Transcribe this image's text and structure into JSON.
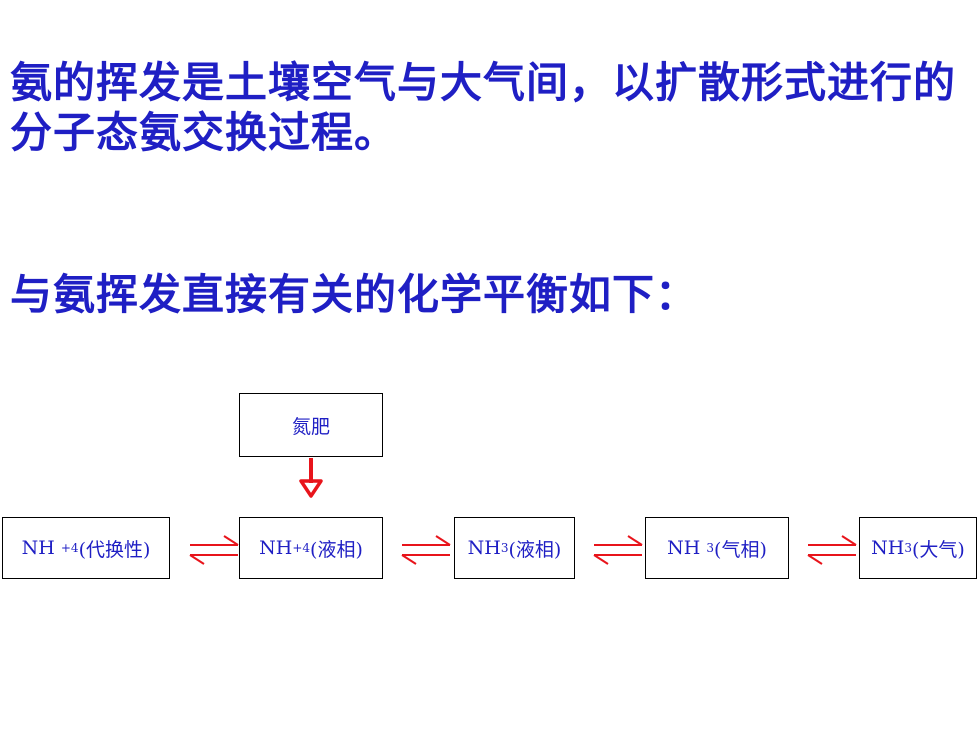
{
  "text": {
    "intro": "氨的挥发是土壤空气与大气间，以扩散形式进行的分子态氨交换过程。",
    "lead": "与氨挥发直接有关的化学平衡如下："
  },
  "diagram": {
    "source": "氮肥",
    "nodes": [
      {
        "base": "NH",
        "sup": "+",
        "sub": "4",
        "phase": "(代换性)"
      },
      {
        "base": "NH",
        "sup": "+",
        "sub": "4",
        "phase": "(液相)"
      },
      {
        "base": "NH",
        "sup": "",
        "sub": "3",
        "phase": "(液相)"
      },
      {
        "base": "NH",
        "sup": "",
        "sub": "3",
        "phase": "(气相)"
      },
      {
        "base": "NH",
        "sup": "",
        "sub": "3",
        "phase": "(大气)"
      }
    ],
    "colors": {
      "text": "#1f1fc4",
      "arrow": "#e8141b",
      "border": "#000000"
    },
    "icons": {
      "equilibrium": "equilibrium-arrows-icon",
      "input": "down-arrow-icon"
    }
  }
}
